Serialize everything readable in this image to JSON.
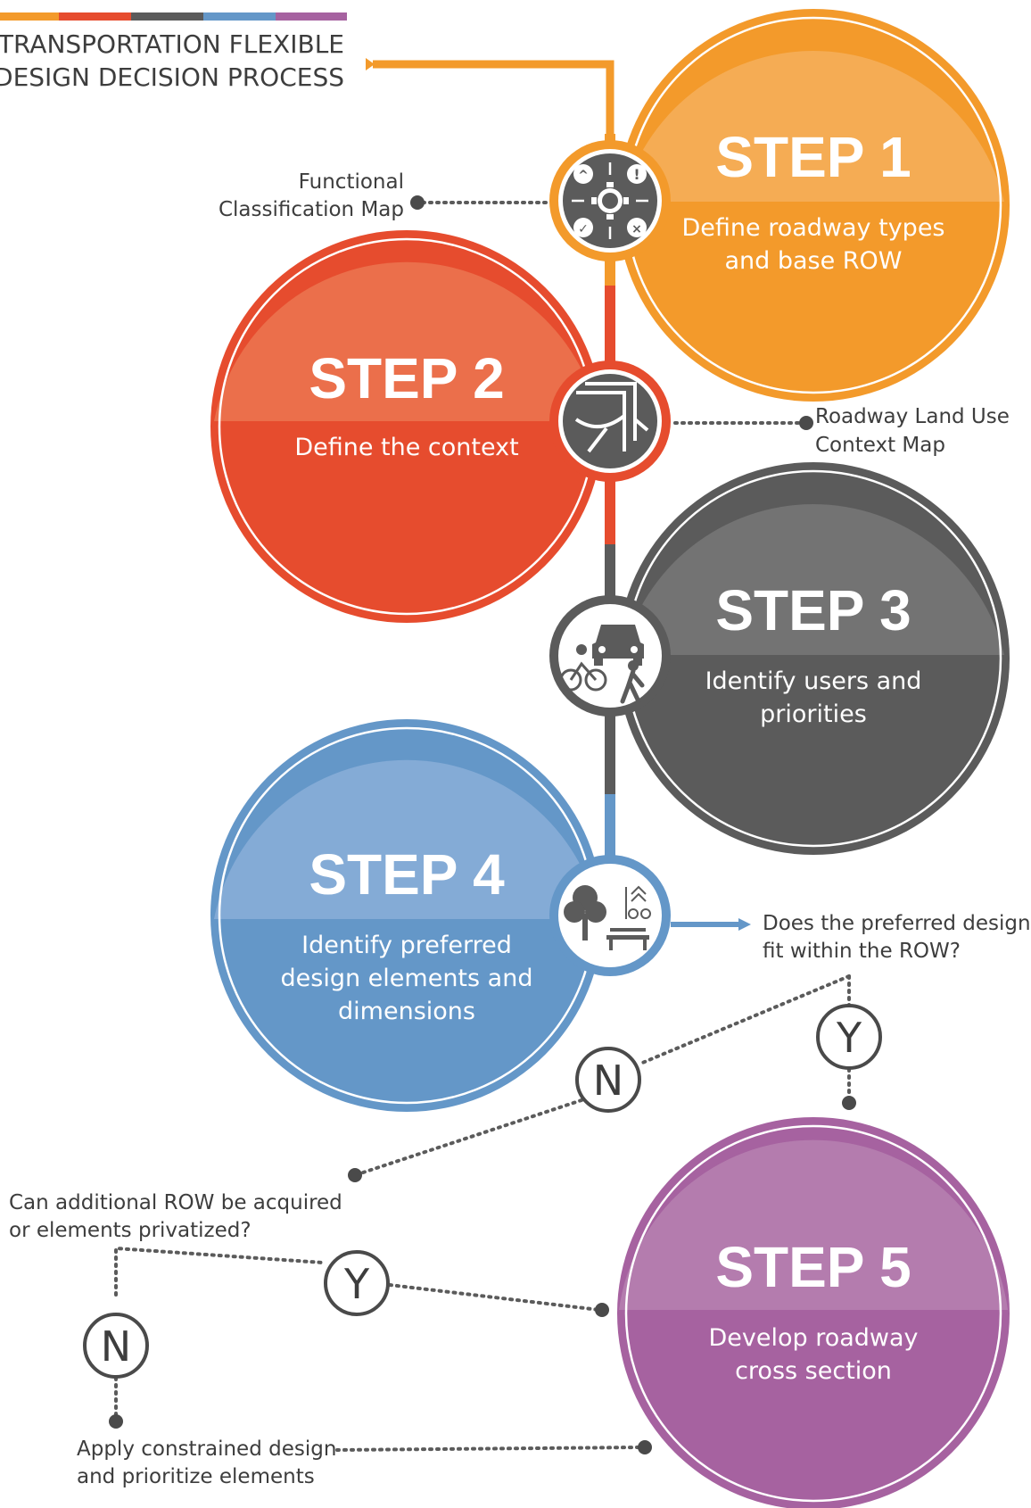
{
  "title": {
    "line1": "TRANSPORTATION FLEXIBLE",
    "line2": "DESIGN DECISION PROCESS"
  },
  "colors": {
    "orange": "#F39A2B",
    "red": "#E64C2E",
    "gray": "#5B5B5B",
    "blue": "#6497C8",
    "purple": "#A662A0",
    "dark": "#4a4a4a"
  },
  "steps": [
    {
      "heading": "STEP 1",
      "lines": [
        "Define roadway types",
        "and base ROW"
      ],
      "icon": "decision-process-icon"
    },
    {
      "heading": "STEP 2",
      "lines": [
        "Define the context"
      ],
      "icon": "context-map-icon"
    },
    {
      "heading": "STEP 3",
      "lines": [
        "Identify users and",
        "priorities"
      ],
      "icon": "road-users-icon"
    },
    {
      "heading": "STEP 4",
      "lines": [
        "Identify preferred",
        "design elements and",
        "dimensions"
      ],
      "icon": "streetscape-elements-icon"
    },
    {
      "heading": "STEP 5",
      "lines": [
        "Develop roadway",
        "cross section"
      ],
      "icon": "cross-section-icon"
    }
  ],
  "notes": {
    "functional_map": [
      "Functional",
      "Classification Map"
    ],
    "context_map": [
      "Roadway Land Use",
      "Context Map"
    ],
    "row_question": [
      "Does the preferred design",
      "fit within the ROW?"
    ],
    "acquire_question": [
      "Can additional ROW be acquired",
      "or elements privatized?"
    ],
    "constrained": [
      "Apply constrained design",
      "and prioritize elements"
    ]
  },
  "decisions": {
    "yes": "Y",
    "no": "N"
  }
}
